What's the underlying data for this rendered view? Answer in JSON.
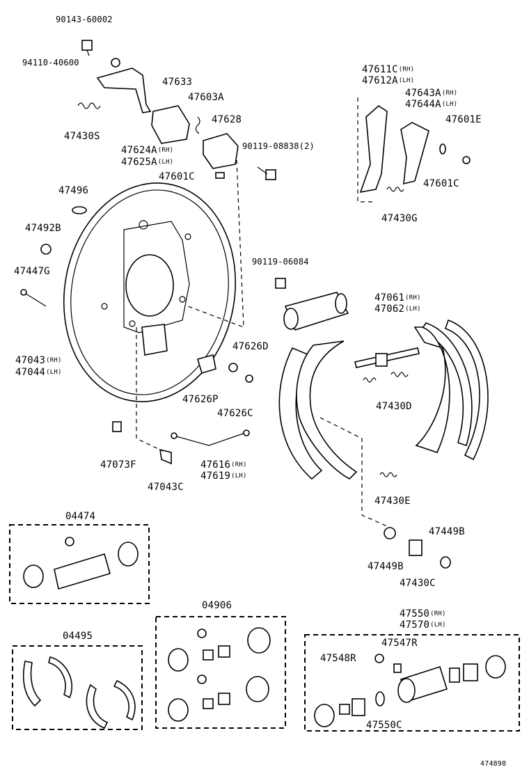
{
  "labels": {
    "p90143": "90143-60002",
    "p94110": "94110-40600",
    "p47633": "47633",
    "p47603A": "47603A",
    "p47628": "47628",
    "p47430S": "47430S",
    "p47624A": "47624A",
    "p47625A": "47625A",
    "p90119_08838": "90119-08838(2)",
    "p47601C_top": "47601C",
    "p47496": "47496",
    "p47492B": "47492B",
    "p47447G": "47447G",
    "p47043": "47043",
    "p47044": "47044",
    "p90119_06084": "90119-06084",
    "p47626D": "47626D",
    "p47626P": "47626P",
    "p47626C": "47626C",
    "p47073F": "47073F",
    "p47043C": "47043C",
    "p47616": "47616",
    "p47619": "47619",
    "p47611C": "47611C",
    "p47612A": "47612A",
    "p47643A": "47643A",
    "p47644A": "47644A",
    "p47601E": "47601E",
    "p47601C_right": "47601C",
    "p47430G": "47430G",
    "p47061": "47061",
    "p47062": "47062",
    "p47430D": "47430D",
    "p47430E": "47430E",
    "p47449B_a": "47449B",
    "p47449B_b": "47449B",
    "p47430C": "47430C",
    "kit04474": "04474",
    "kit04906": "04906",
    "kit04495": "04495",
    "p47550": "47550",
    "p47570": "47570",
    "p47547R": "47547R",
    "p47548R": "47548R",
    "p47550C": "47550C",
    "ref": "474898"
  },
  "side_tags": {
    "rh": "(RH)",
    "lh": "(LH)"
  }
}
